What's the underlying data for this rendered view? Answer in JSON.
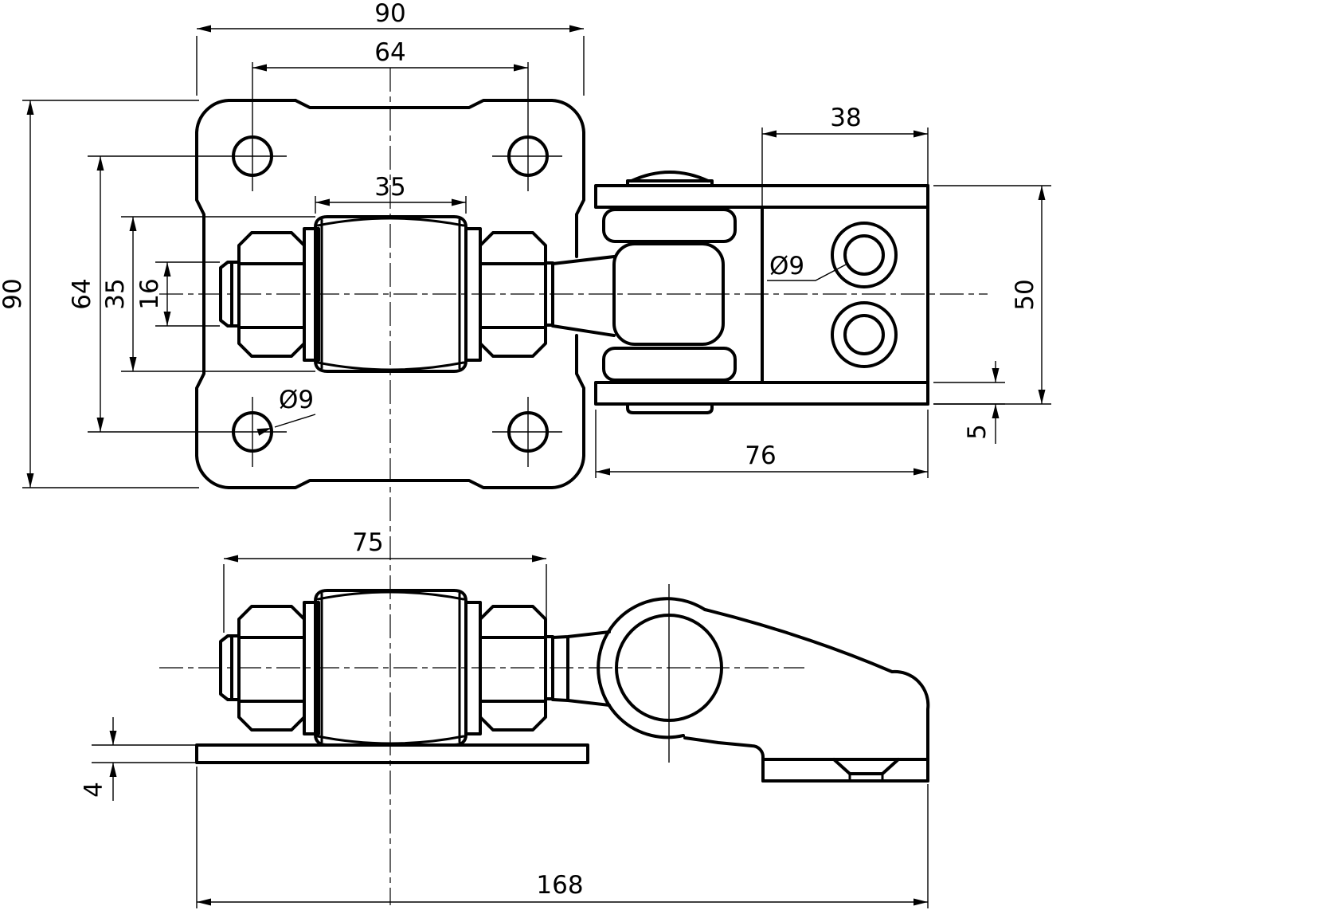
{
  "drawing_title": "gate hinge with adjustable turnbuckle - dimensioned views",
  "colors": {
    "line": "#000000",
    "background": "#ffffff"
  },
  "views": {
    "front": {
      "dims": {
        "overall_width": "90",
        "hole_spacing_h": "64",
        "body_width": "35",
        "overall_height": "90",
        "hole_spacing_v": "64",
        "body_height": "35",
        "stud_height": "16",
        "hole_diameter": "Ø9"
      }
    },
    "side": {
      "dims": {
        "bracket_depth": "38",
        "bracket_height": "50",
        "plate_thickness": "5",
        "bracket_length": "76",
        "hole_diameter": "Ø9"
      }
    },
    "bottom": {
      "dims": {
        "turnbuckle_length": "75",
        "base_plate_thickness": "4",
        "overall_length": "168"
      }
    }
  }
}
